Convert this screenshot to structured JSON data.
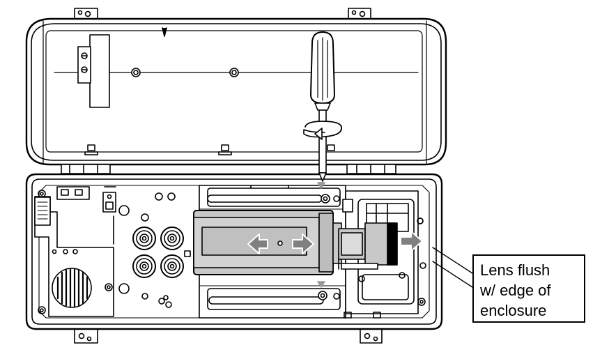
{
  "callout": {
    "lines": [
      "Lens flush",
      "w/ edge of",
      "enclosure"
    ]
  },
  "colors": {
    "line": "#000000",
    "camera_fill": "#c8c8c8",
    "camera_fill_light": "#dcdcdc",
    "arrow_fill": "#808080",
    "enclosure_fill": "#ffffff"
  },
  "icons": [
    "screwdriver-icon",
    "rotate-arrow-icon",
    "double-arrow-icon",
    "push-arrow-icon",
    "speaker-grille-icon"
  ]
}
